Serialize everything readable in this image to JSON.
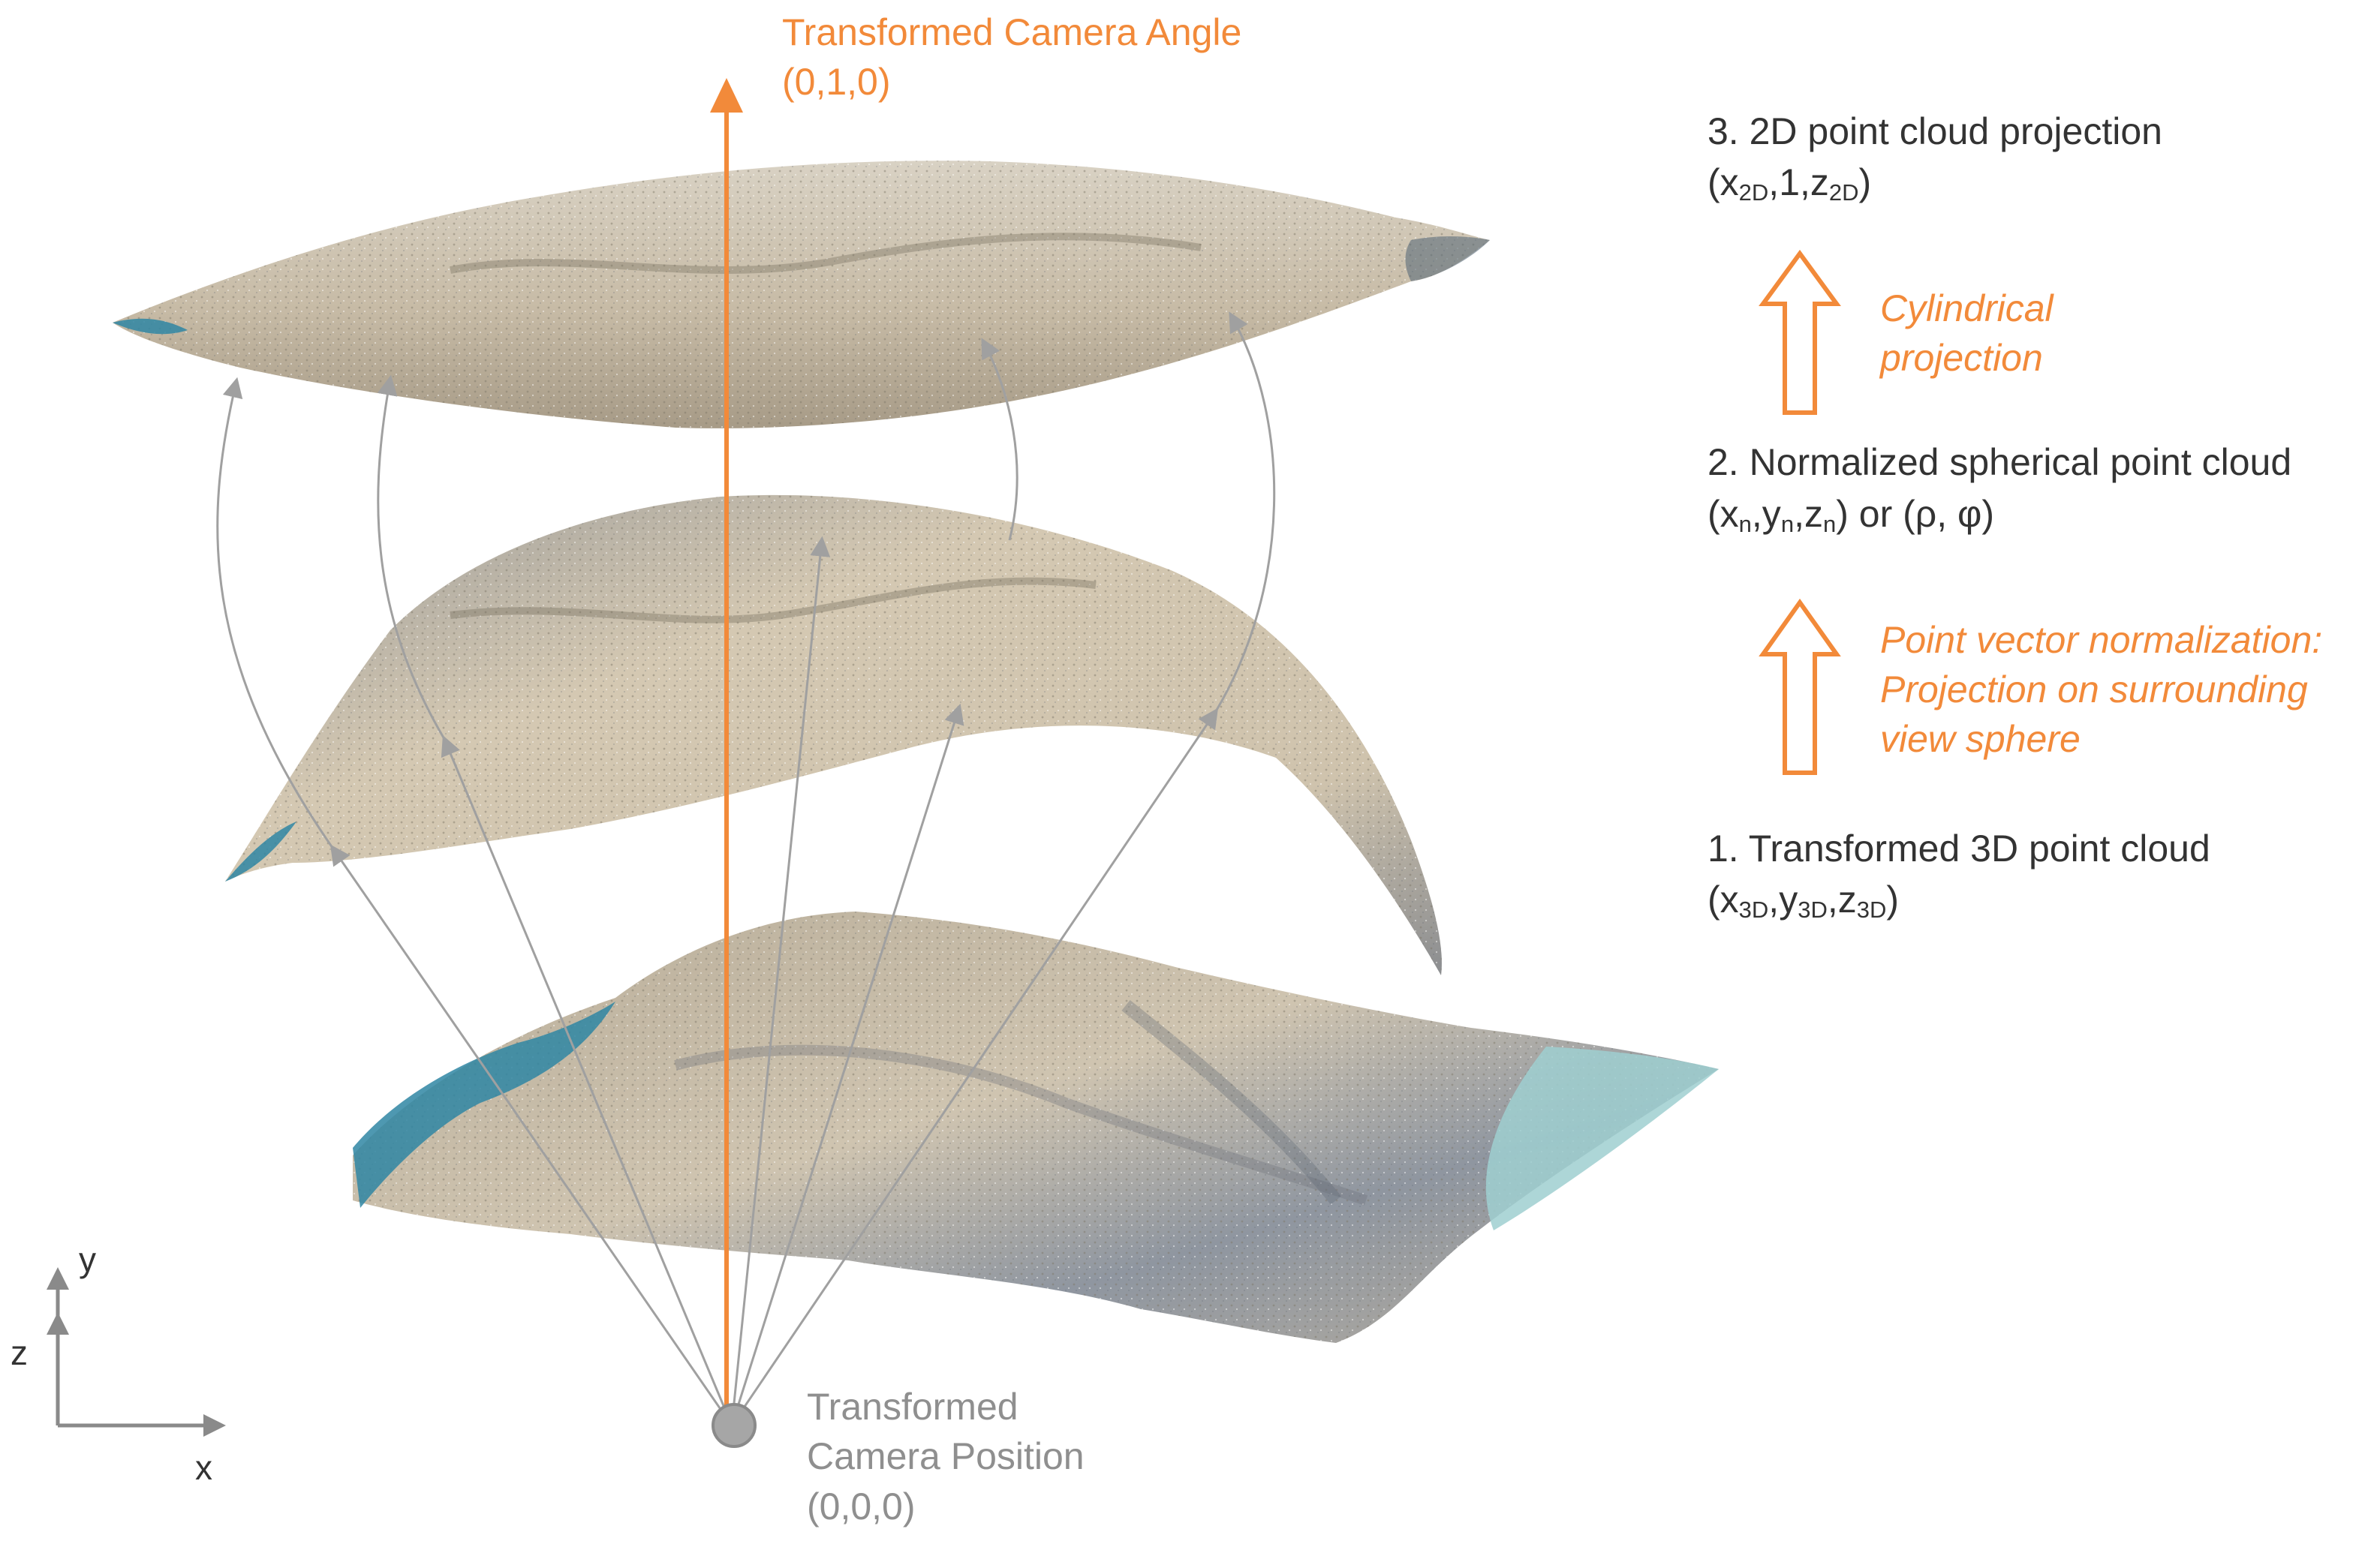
{
  "camera_angle": {
    "title": "Transformed Camera Angle",
    "coords": "(0,1,0)"
  },
  "camera_position": {
    "line1": "Transformed",
    "line2": "Camera Position",
    "coords": "(0,0,0)"
  },
  "stages": {
    "s3": {
      "title": "3. 2D point cloud projection",
      "open": "(x",
      "sub1": "2D",
      "mid1": ",1,z",
      "sub2": "2D",
      "close": ")"
    },
    "s2": {
      "title": "2. Normalized spherical point cloud",
      "open": "(x",
      "sub1": "n",
      "sep1": ",y",
      "sub2": "n",
      "sep2": ",z",
      "sub3": "n",
      "close": ") or (ρ, φ)"
    },
    "s1": {
      "title": "1. Transformed 3D point cloud",
      "open": "(x",
      "sub1": "3D",
      "sep1": ",y",
      "sub2": "3D",
      "sep2": ",z",
      "sub3": "3D",
      "close": ")"
    }
  },
  "steps": {
    "cylindrical": {
      "line1": "Cylindrical",
      "line2": "projection"
    },
    "normalization": {
      "line1": "Point vector normalization:",
      "line2": "Projection on surrounding",
      "line3": "view sphere"
    }
  },
  "axes": {
    "y": "y",
    "z": "z",
    "x": "x"
  },
  "colors": {
    "accent_orange": "#f28a3a",
    "arrow_grey": "#a0a0a0",
    "text_dark": "#333333",
    "text_grey": "#8f8f8f",
    "rock": "#c9bfae",
    "water": "#2f86a3"
  }
}
